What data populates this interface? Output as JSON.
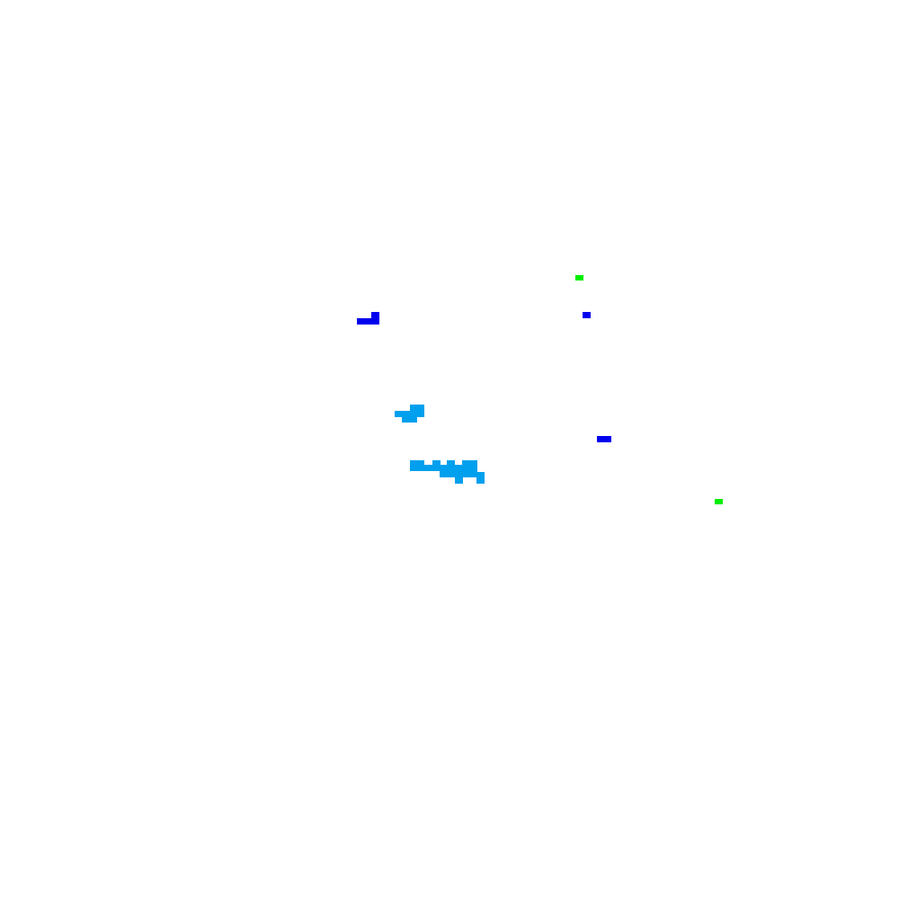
{
  "colors": {
    "background": "#ffffff",
    "green": "#00ee00",
    "dark_blue": "#0000ee",
    "light_blue": "#00a0ee"
  },
  "features": [
    {
      "name": "green-marker",
      "color": "green"
    },
    {
      "name": "green-marker",
      "color": "green"
    },
    {
      "name": "dark-blue-marker",
      "color": "dark_blue"
    },
    {
      "name": "dark-blue-marker",
      "color": "dark_blue"
    },
    {
      "name": "dark-blue-marker",
      "color": "dark_blue"
    },
    {
      "name": "light-blue-cluster",
      "color": "light_blue"
    },
    {
      "name": "light-blue-cluster",
      "color": "light_blue"
    }
  ]
}
